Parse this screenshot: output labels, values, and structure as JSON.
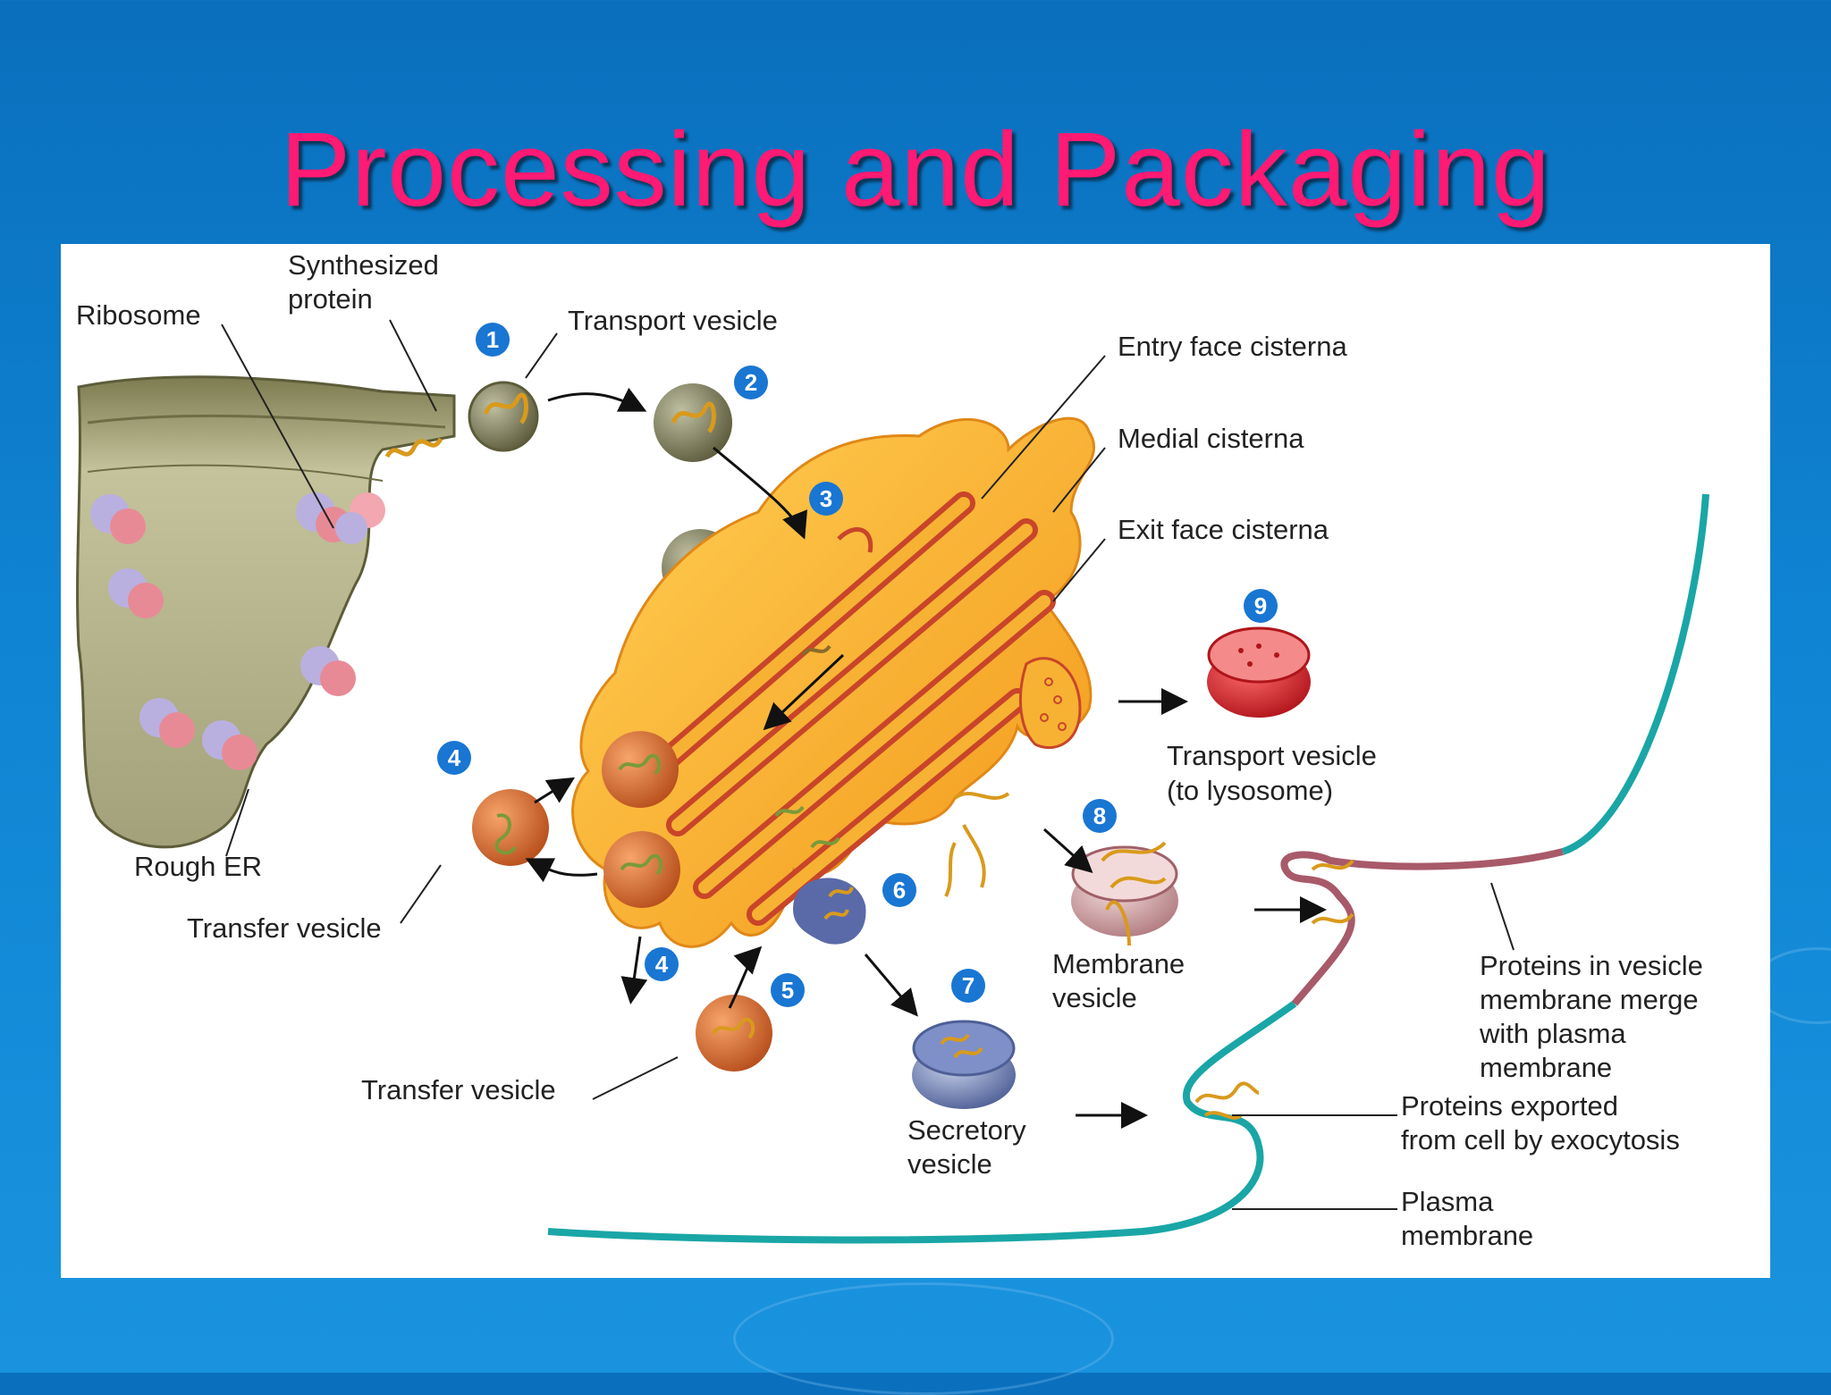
{
  "slide": {
    "title": "Processing and Packaging"
  },
  "labels": {
    "synthesized_protein": [
      "Synthesized",
      "protein"
    ],
    "ribosome": "Ribosome",
    "transport_vesicle": "Transport vesicle",
    "entry_face": "Entry face cisterna",
    "medial": "Medial cisterna",
    "exit_face": "Exit face cisterna",
    "transport_vesicle_lysosome": [
      "Transport vesicle",
      "(to lysosome)"
    ],
    "rough_er": "Rough ER",
    "transfer_vesicle_left": "Transfer vesicle",
    "transfer_vesicle_bottom": "Transfer vesicle",
    "membrane_vesicle": [
      "Membrane",
      "vesicle"
    ],
    "secretory_vesicle": [
      "Secretory",
      "vesicle"
    ],
    "proteins_merge": [
      "Proteins in vesicle",
      "membrane merge",
      "with plasma",
      "membrane"
    ],
    "proteins_exported": [
      "Proteins exported",
      "from cell by exocytosis"
    ],
    "plasma_membrane": [
      "Plasma",
      "membrane"
    ]
  },
  "steps": [
    "1",
    "2",
    "3",
    "4",
    "4",
    "5",
    "6",
    "7",
    "8",
    "9"
  ],
  "colors": {
    "title": "#ff1a73",
    "background": "#0f84d2",
    "step_badge": "#1976d2",
    "golgi": "#f7a823",
    "golgi_edge": "#c8452a",
    "rough_er": "#8b8a5c",
    "membrane": "#1aa6a6",
    "membrane_merge": "#a85a6a"
  }
}
